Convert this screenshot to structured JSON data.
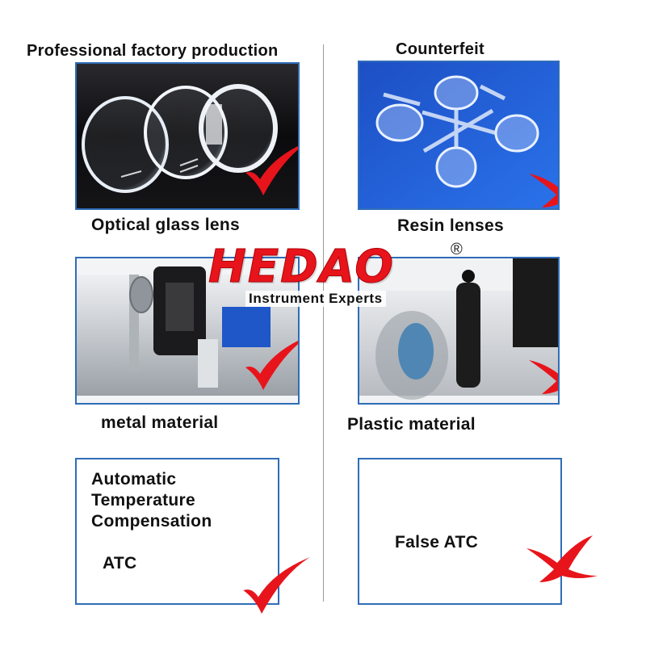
{
  "left": {
    "heading": "Professional factory production",
    "lens_caption": "Optical glass lens",
    "material_caption": "metal material",
    "atc_lines": [
      "Automatic",
      "Temperature",
      "Compensation"
    ],
    "atc_short": "ATC"
  },
  "right": {
    "heading": "Counterfeit",
    "lens_caption": "Resin lenses",
    "material_caption": "Plastic material",
    "atc_text": "False ATC"
  },
  "brand": {
    "name": "HEDAO",
    "registered": "®",
    "tagline": "Instrument Experts"
  },
  "colors": {
    "frame": "#2f6db8",
    "mark": "#e8141b",
    "lens_bg_left": "#0b0b0d",
    "lens_bg_right": "#1c5fd6"
  },
  "icons": {
    "correct": "check-mark-icon",
    "wrong": "cross-mark-icon"
  }
}
